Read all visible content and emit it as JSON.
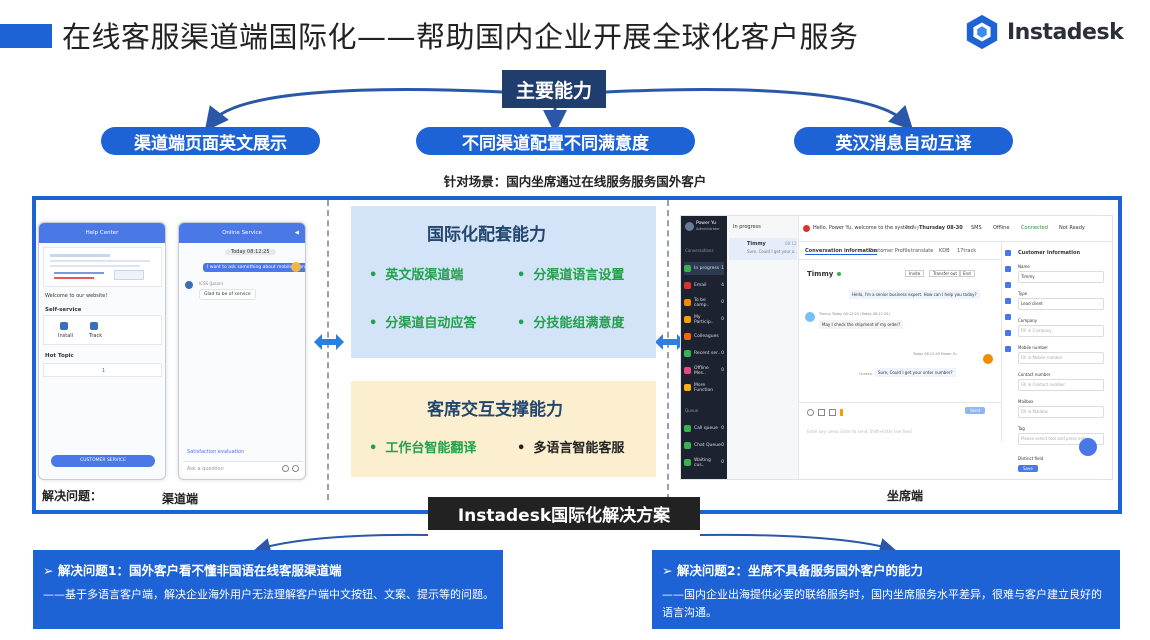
{
  "header": {
    "title": "在线客服渠道端国际化——帮助国内企业开展全球化客户服务",
    "logo_text": "Instadesk"
  },
  "capabilities": {
    "main": "主要能力",
    "items": [
      "渠道端页面英文展示",
      "不同渠道配置不同满意度",
      "英汉消息自动互译"
    ]
  },
  "scenario": "针对场景：国内坐席通过在线服务服务国外客户",
  "channel_mockup": {
    "help_center": {
      "header": "Help Center",
      "welcome": "Welcome to our website!",
      "self_service": "Self-service",
      "icon_labels": [
        "Install",
        "Track"
      ],
      "hot_topic": "Hot Topic",
      "topic_index": "1",
      "button": "CUSTOMER SERVICE"
    },
    "online_service": {
      "header": "Online Service",
      "date": "Today 08:12:25",
      "user_msg": "I want to ask something about mobile phone",
      "agent_name": "ICSS (Jason)",
      "agent_msg": "Glad to be of service",
      "satisfaction": "Satisfaction evaluation",
      "input_placeholder": "Ask a question"
    }
  },
  "capability_box_1": {
    "title": "国际化配套能力",
    "items": [
      "英文版渠道端",
      "分渠道语言设置",
      "分渠道自动应答",
      "分技能组满意度"
    ]
  },
  "capability_box_2": {
    "title": "客席交互支撑能力",
    "items": [
      "工作台智能翻译",
      "多语言智能客服"
    ]
  },
  "agent_mockup": {
    "user": "Power Yu",
    "role": "Administrator",
    "conversations_label": "Conversations",
    "side_items": [
      "In progress",
      "Email",
      "To be comp..",
      "My Particip..",
      "Colleagues",
      "Recent ser..",
      "Offline Mes..",
      "More Function"
    ],
    "side_counts": [
      "1",
      "4",
      "0",
      "0",
      "",
      "0",
      "0",
      ""
    ],
    "queue_label": "Queue",
    "queue_items": [
      "Call queue",
      "Chat Queue",
      "Waiting cus.."
    ],
    "queue_counts": [
      "0",
      "0",
      "0"
    ],
    "in_progress": "In progress",
    "contact_name": "Timmy",
    "contact_time": "08:12",
    "contact_preview": "Sure, Could I get your o..",
    "top_greeting": "Hello, Power Yu, welcome to the system!",
    "top_today": "Today",
    "top_date": "Thursday 08-30",
    "top_status": [
      "SMS",
      "Offline",
      "Connected",
      "Not Ready"
    ],
    "tabs": [
      "Conversation information",
      "Customer Profile",
      "translate",
      "KDB",
      "17track"
    ],
    "chat_name": "Timmy",
    "chat_actions": [
      "Invite",
      "Transfer out",
      "End"
    ],
    "msg_agent_1": "Hello, I'm a senior business expert. How can I help you today?",
    "msg_customer_meta": "Timmy  Today 08:12:25  (Today 08:12:25)",
    "msg_customer": "May I check the shipment of my order?",
    "msg_agent_meta": "Today 08:12:45  Power Yu",
    "msg_agent_2": "Sure, Could I get your order number?",
    "read_label": "Unread",
    "input_hint": "Enter key: press Enter to send, Shift+Enter line feed",
    "send_label": "Send",
    "customer_info_title": "Customer Information",
    "fields": [
      {
        "label": "Name",
        "value": "Timmy"
      },
      {
        "label": "Type",
        "value": "Lead client"
      },
      {
        "label": "Company",
        "value": "Fill in Company"
      },
      {
        "label": "Mobile number",
        "value": "Fill in Mobile number"
      },
      {
        "label": "Contact number",
        "value": "Fill in Contact number"
      },
      {
        "label": "Mailbox",
        "value": "Fill in Mailbox"
      },
      {
        "label": "Tag",
        "value": "Please select tool and press enter"
      }
    ],
    "save_label": "Save",
    "distinct_label": "Distinct field"
  },
  "labels": {
    "resolve": "解决问题：",
    "channel": "渠道端",
    "agent": "坐席端",
    "solution": "Instadesk国际化解决方案"
  },
  "problems": [
    {
      "title": "➢ 解决问题1：国外客户看不懂非国语在线客服渠道端",
      "body": "——基于多语言客户端，解决企业海外用户无法理解客户端中文按钮、文案、提示等的问题。"
    },
    {
      "title": "➢ 解决问题2：坐席不具备服务国外客户的能力",
      "body": "——国内企业出海提供必要的联络服务时，国内坐席服务水平差异，很难与客户建立良好的语言沟通。"
    }
  ],
  "colors": {
    "brand_blue": "#1e63d6",
    "navy": "#1f3e6e",
    "cap_green": "#22a04a",
    "cap_title": "#23466e",
    "box_blue": "#d3e4f8",
    "box_yellow": "#fcefd0"
  }
}
